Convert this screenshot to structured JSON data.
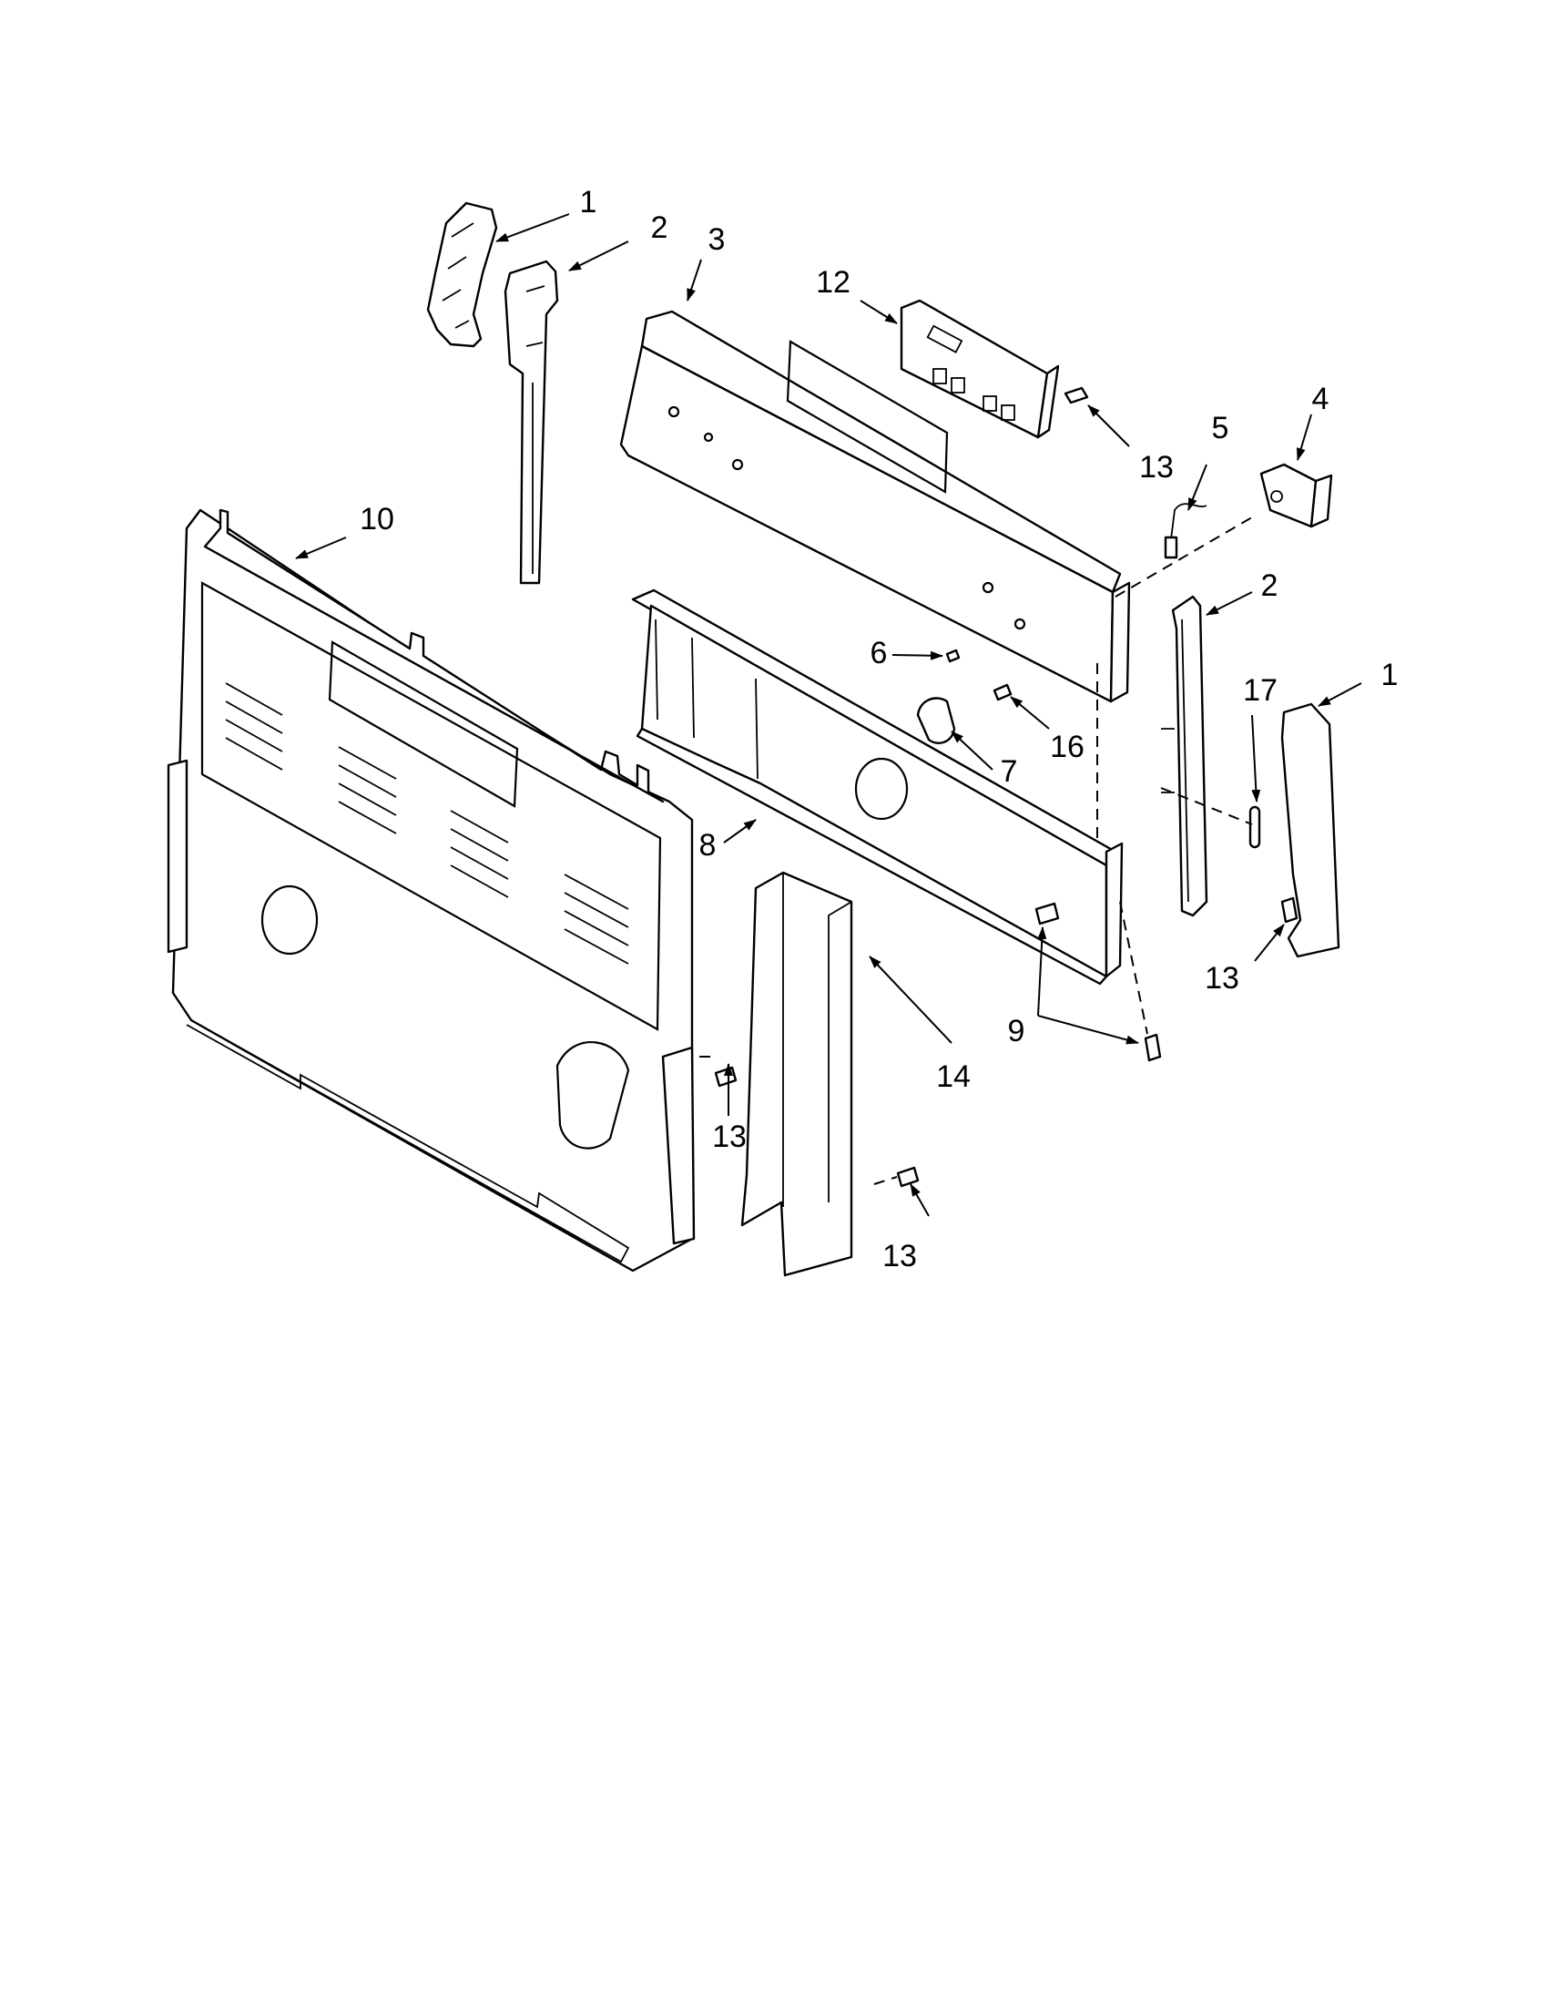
{
  "callouts": [
    {
      "id": "c1a",
      "text": "1"
    },
    {
      "id": "c2a",
      "text": "2"
    },
    {
      "id": "c3",
      "text": "3"
    },
    {
      "id": "c12",
      "text": "12"
    },
    {
      "id": "c13a",
      "text": "13"
    },
    {
      "id": "c5",
      "text": "5"
    },
    {
      "id": "c4",
      "text": "4"
    },
    {
      "id": "c10",
      "text": "10"
    },
    {
      "id": "c2b",
      "text": "2"
    },
    {
      "id": "c1b",
      "text": "1"
    },
    {
      "id": "c17",
      "text": "17"
    },
    {
      "id": "c6",
      "text": "6"
    },
    {
      "id": "c16",
      "text": "16"
    },
    {
      "id": "c7",
      "text": "7"
    },
    {
      "id": "c8",
      "text": "8"
    },
    {
      "id": "c13b",
      "text": "13"
    },
    {
      "id": "c9",
      "text": "9"
    },
    {
      "id": "c14",
      "text": "14"
    },
    {
      "id": "c13c",
      "text": "13"
    },
    {
      "id": "c13d",
      "text": "13"
    }
  ]
}
